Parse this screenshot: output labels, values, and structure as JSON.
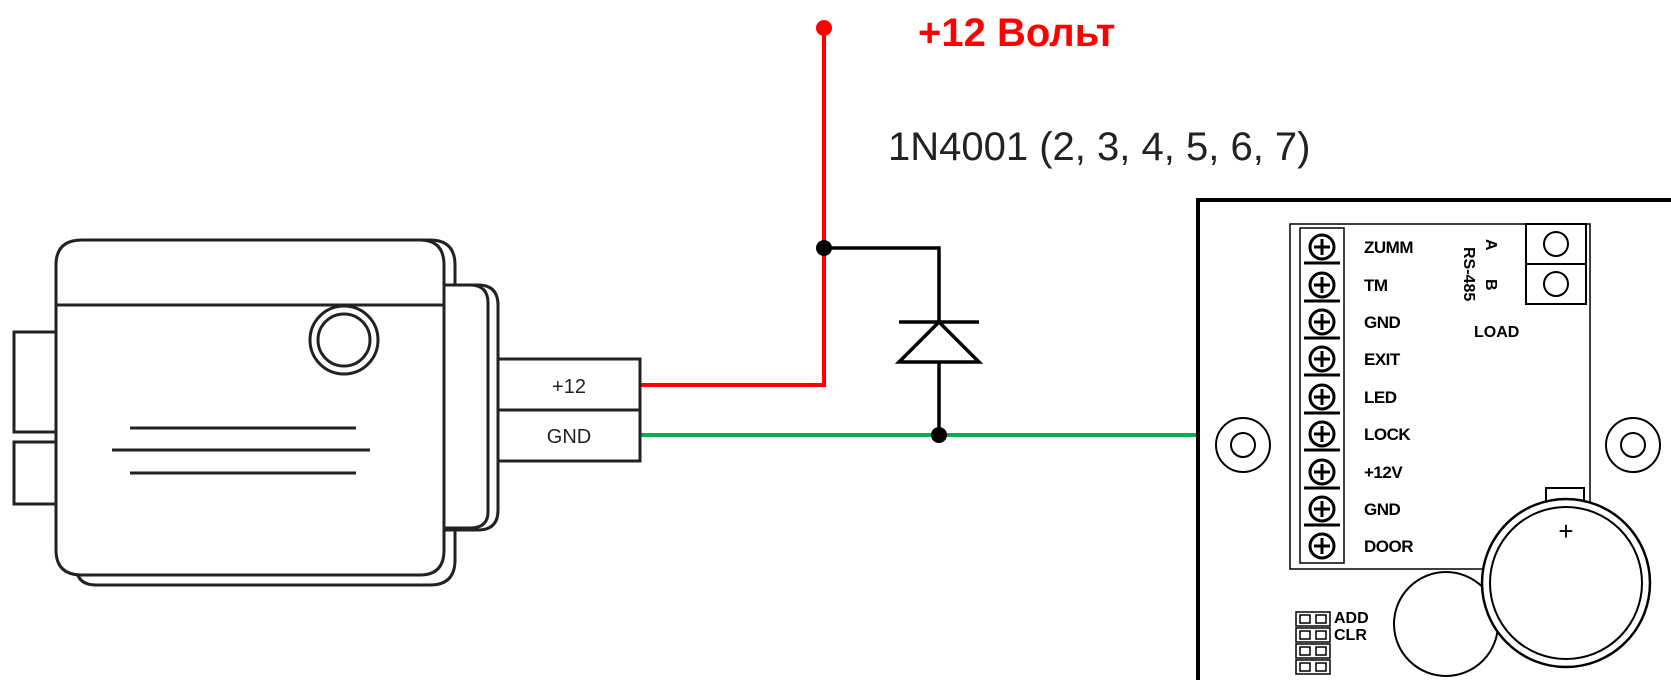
{
  "supply_label": "+12 Вольт",
  "diode_label": "1N4001 (2, 3, 4, 5, 6, 7)",
  "lock_connector": {
    "pin_top": "+12",
    "pin_bottom": "GND"
  },
  "controller": {
    "terminals": [
      "ZUMM",
      "TM",
      "GND",
      "EXIT",
      "LED",
      "LOCK",
      "+12V",
      "GND",
      "DOOR"
    ],
    "rs485_label": "RS-485",
    "rs485_pins": [
      "A",
      "B"
    ],
    "load_label": "LOAD",
    "jumpers": [
      "ADD",
      "CLR"
    ],
    "battery_sign": "+"
  },
  "colors": {
    "positive_wire": "#ff0000",
    "ground_wire": "#00b050",
    "label_red": "#ff0000"
  }
}
